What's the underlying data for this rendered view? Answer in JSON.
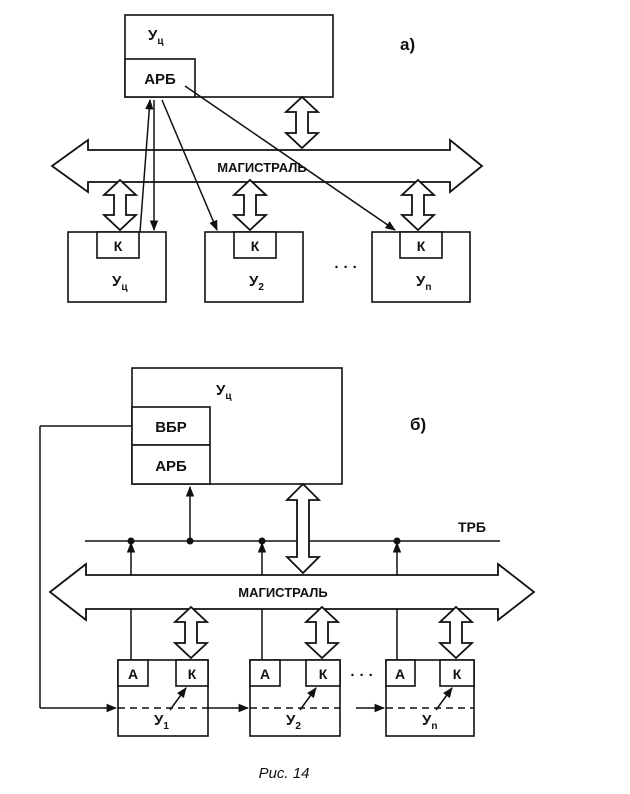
{
  "diagram_a": {
    "label": "а)",
    "central_unit": {
      "main": "У",
      "sub": "ц",
      "arbiter": "АРБ"
    },
    "bus": "МАГИСТРАЛЬ",
    "devices": [
      {
        "controller": "К",
        "main": "У",
        "sub": "ц"
      },
      {
        "controller": "К",
        "main": "У",
        "sub": "2"
      },
      {
        "controller": "К",
        "main": "У",
        "sub": "n"
      }
    ],
    "ellipsis": "· · ·"
  },
  "diagram_b": {
    "label": "б)",
    "central_unit": {
      "main": "У",
      "sub": "ц",
      "vbr": "ВБР",
      "arbiter": "АРБ"
    },
    "trb": "ТРБ",
    "bus": "МАГИСТРАЛЬ",
    "devices": [
      {
        "a": "А",
        "controller": "К",
        "main": "У",
        "sub": "1"
      },
      {
        "a": "А",
        "controller": "К",
        "main": "У",
        "sub": "2"
      },
      {
        "a": "А",
        "controller": "К",
        "main": "У",
        "sub": "n"
      }
    ],
    "ellipsis": "· · ·"
  },
  "caption": "Рис. 14"
}
